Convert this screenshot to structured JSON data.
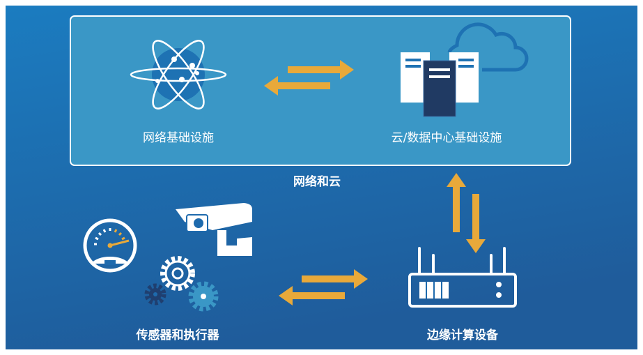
{
  "colors": {
    "background_top": "#1a78bd",
    "background_bottom": "#1f5d9c",
    "panel": "#3a97c6",
    "arrow": "#e8a93a",
    "dark_server": "#203a63"
  },
  "panel": {
    "network_infra_label": "网络基础设施",
    "cloud_dc_label": "云/数据中心基础设施",
    "title": "网络和云"
  },
  "bottom": {
    "sensors_label": "传感器和执行器",
    "edge_label": "边缘计算设备"
  }
}
